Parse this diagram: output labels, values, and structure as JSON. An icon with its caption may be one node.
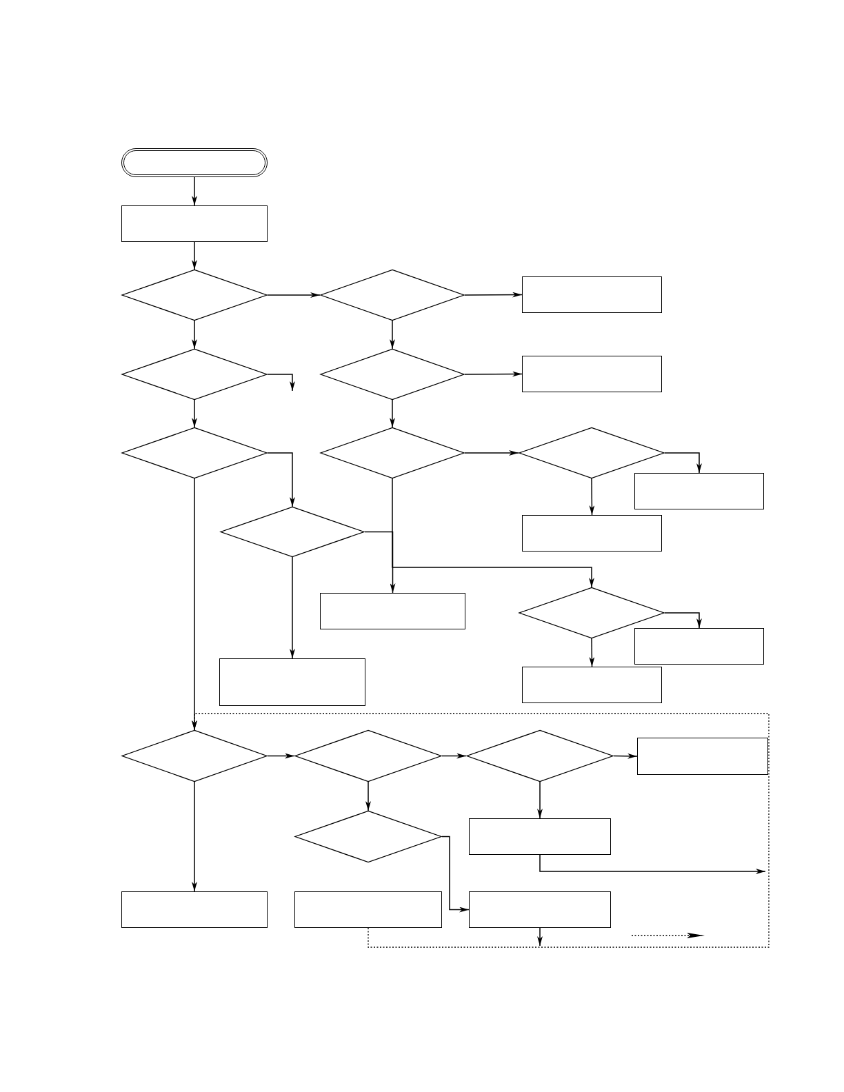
{
  "diagram": {
    "nodes": [
      {
        "text": [],
        "shape": "terminal"
      },
      {
        "text": [],
        "shape": "box"
      },
      {
        "text": [],
        "shape": "diamond"
      },
      {
        "text": [],
        "shape": "diamond"
      },
      {
        "text": [],
        "shape": "box"
      },
      {
        "text": [],
        "shape": "diamond"
      },
      {
        "text": [],
        "shape": "diamond"
      },
      {
        "text": [],
        "shape": "box"
      },
      {
        "text": [],
        "shape": "diamond"
      },
      {
        "text": [],
        "shape": "diamond"
      },
      {
        "text": [],
        "shape": "diamond"
      },
      {
        "text": [],
        "shape": "box"
      },
      {
        "text": [],
        "shape": "box"
      },
      {
        "text": [],
        "shape": "diamond"
      },
      {
        "text": [],
        "shape": "box"
      },
      {
        "text": [],
        "shape": "diamond"
      },
      {
        "text": [],
        "shape": "box"
      },
      {
        "text": [],
        "shape": "box"
      },
      {
        "text": [],
        "shape": "box"
      },
      {
        "text": [],
        "shape": "diamond"
      },
      {
        "text": [],
        "shape": "diamond"
      },
      {
        "text": [],
        "shape": "diamond"
      },
      {
        "text": [],
        "shape": "box"
      },
      {
        "text": [],
        "shape": "diamond"
      },
      {
        "text": [],
        "shape": "box"
      },
      {
        "text": [],
        "shape": "box"
      },
      {
        "text": [],
        "shape": "box"
      },
      {
        "text": [],
        "shape": "box"
      }
    ],
    "edges": [
      {
        "from": 0,
        "to": 1,
        "arrow": "to"
      },
      {
        "from": 1,
        "to": 2,
        "arrow": "to"
      },
      {
        "from": 2,
        "to": 3,
        "arrow": "to"
      },
      {
        "from": 3,
        "to": 4,
        "arrow": "to"
      },
      {
        "from": 2,
        "to": 5,
        "arrow": "to"
      },
      {
        "from": 3,
        "to": 6,
        "arrow": "to"
      },
      {
        "from": 5,
        "to": null,
        "arrow": "to"
      },
      {
        "from": 6,
        "to": 7,
        "arrow": "to"
      },
      {
        "from": 5,
        "to": 8,
        "arrow": "to"
      },
      {
        "from": 6,
        "to": 9,
        "arrow": "to"
      },
      {
        "from": 8,
        "to": 13,
        "arrow": "to"
      },
      {
        "from": 9,
        "to": 10,
        "arrow": "to"
      },
      {
        "from": 10,
        "to": 11,
        "arrow": "to"
      },
      {
        "from": 10,
        "to": 12,
        "arrow": "to"
      },
      {
        "from": 13,
        "to": 14,
        "arrow": "to"
      },
      {
        "from": 13,
        "to": 18,
        "arrow": "to"
      },
      {
        "from": 9,
        "to": 15,
        "arrow": "to"
      },
      {
        "from": 15,
        "to": 16,
        "arrow": "to"
      },
      {
        "from": 15,
        "to": 17,
        "arrow": "to"
      },
      {
        "from": 8,
        "to": 19,
        "arrow": "to"
      },
      {
        "from": 19,
        "to": 20,
        "arrow": "to"
      },
      {
        "from": 20,
        "to": 21,
        "arrow": "to"
      },
      {
        "from": 21,
        "to": 22,
        "arrow": "to"
      },
      {
        "from": 19,
        "to": 25,
        "arrow": "to"
      },
      {
        "from": 20,
        "to": 23,
        "arrow": "to"
      },
      {
        "from": 21,
        "to": 24,
        "arrow": "to"
      },
      {
        "from": 23,
        "to": 27,
        "arrow": "to"
      },
      {
        "from": 24,
        "to": null,
        "arrow": "to"
      },
      {
        "from": 27,
        "to": null,
        "arrow": "to"
      },
      {
        "from": 26,
        "to": 19,
        "arrow": "to",
        "style": "dashed"
      }
    ]
  }
}
